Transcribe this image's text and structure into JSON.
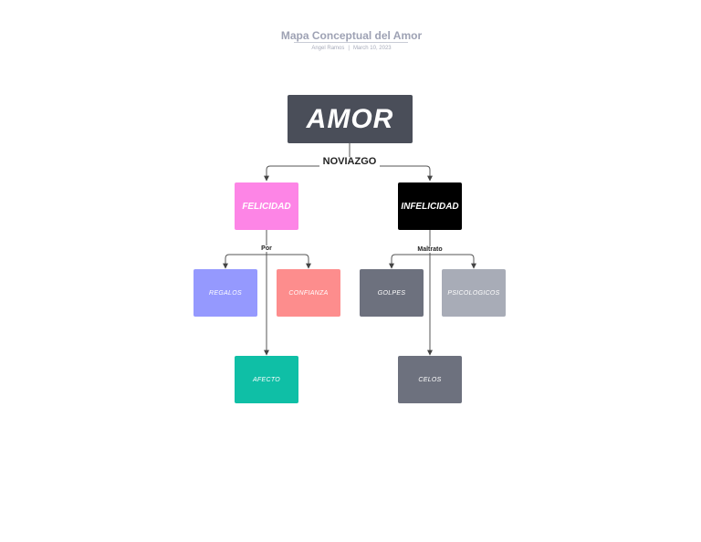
{
  "header": {
    "title": "Mapa Conceptual del Amor",
    "author": "Angel Ramos",
    "date": "March 10, 2023"
  },
  "diagram": {
    "root": {
      "label": "AMOR",
      "color": "#4a4e59"
    },
    "root_edge_label": "NOVIAZGO",
    "left": {
      "label": "FELICIDAD",
      "color": "#fd85e6",
      "edge_label": "Por",
      "children": [
        {
          "label": "REGALOS",
          "color": "#9599fe"
        },
        {
          "label": "CONFIANZA",
          "color": "#fd8d8d"
        },
        {
          "label": "AFECTO",
          "color": "#0fbfa6"
        }
      ]
    },
    "right": {
      "label": "INFELICIDAD",
      "color": "#000000",
      "edge_label": "Maltrato",
      "children": [
        {
          "label": "GOLPES",
          "color": "#6d717e"
        },
        {
          "label": "PSICOLOGICOS",
          "color": "#a8acb7"
        },
        {
          "label": "CELOS",
          "color": "#6d717e"
        }
      ]
    }
  }
}
